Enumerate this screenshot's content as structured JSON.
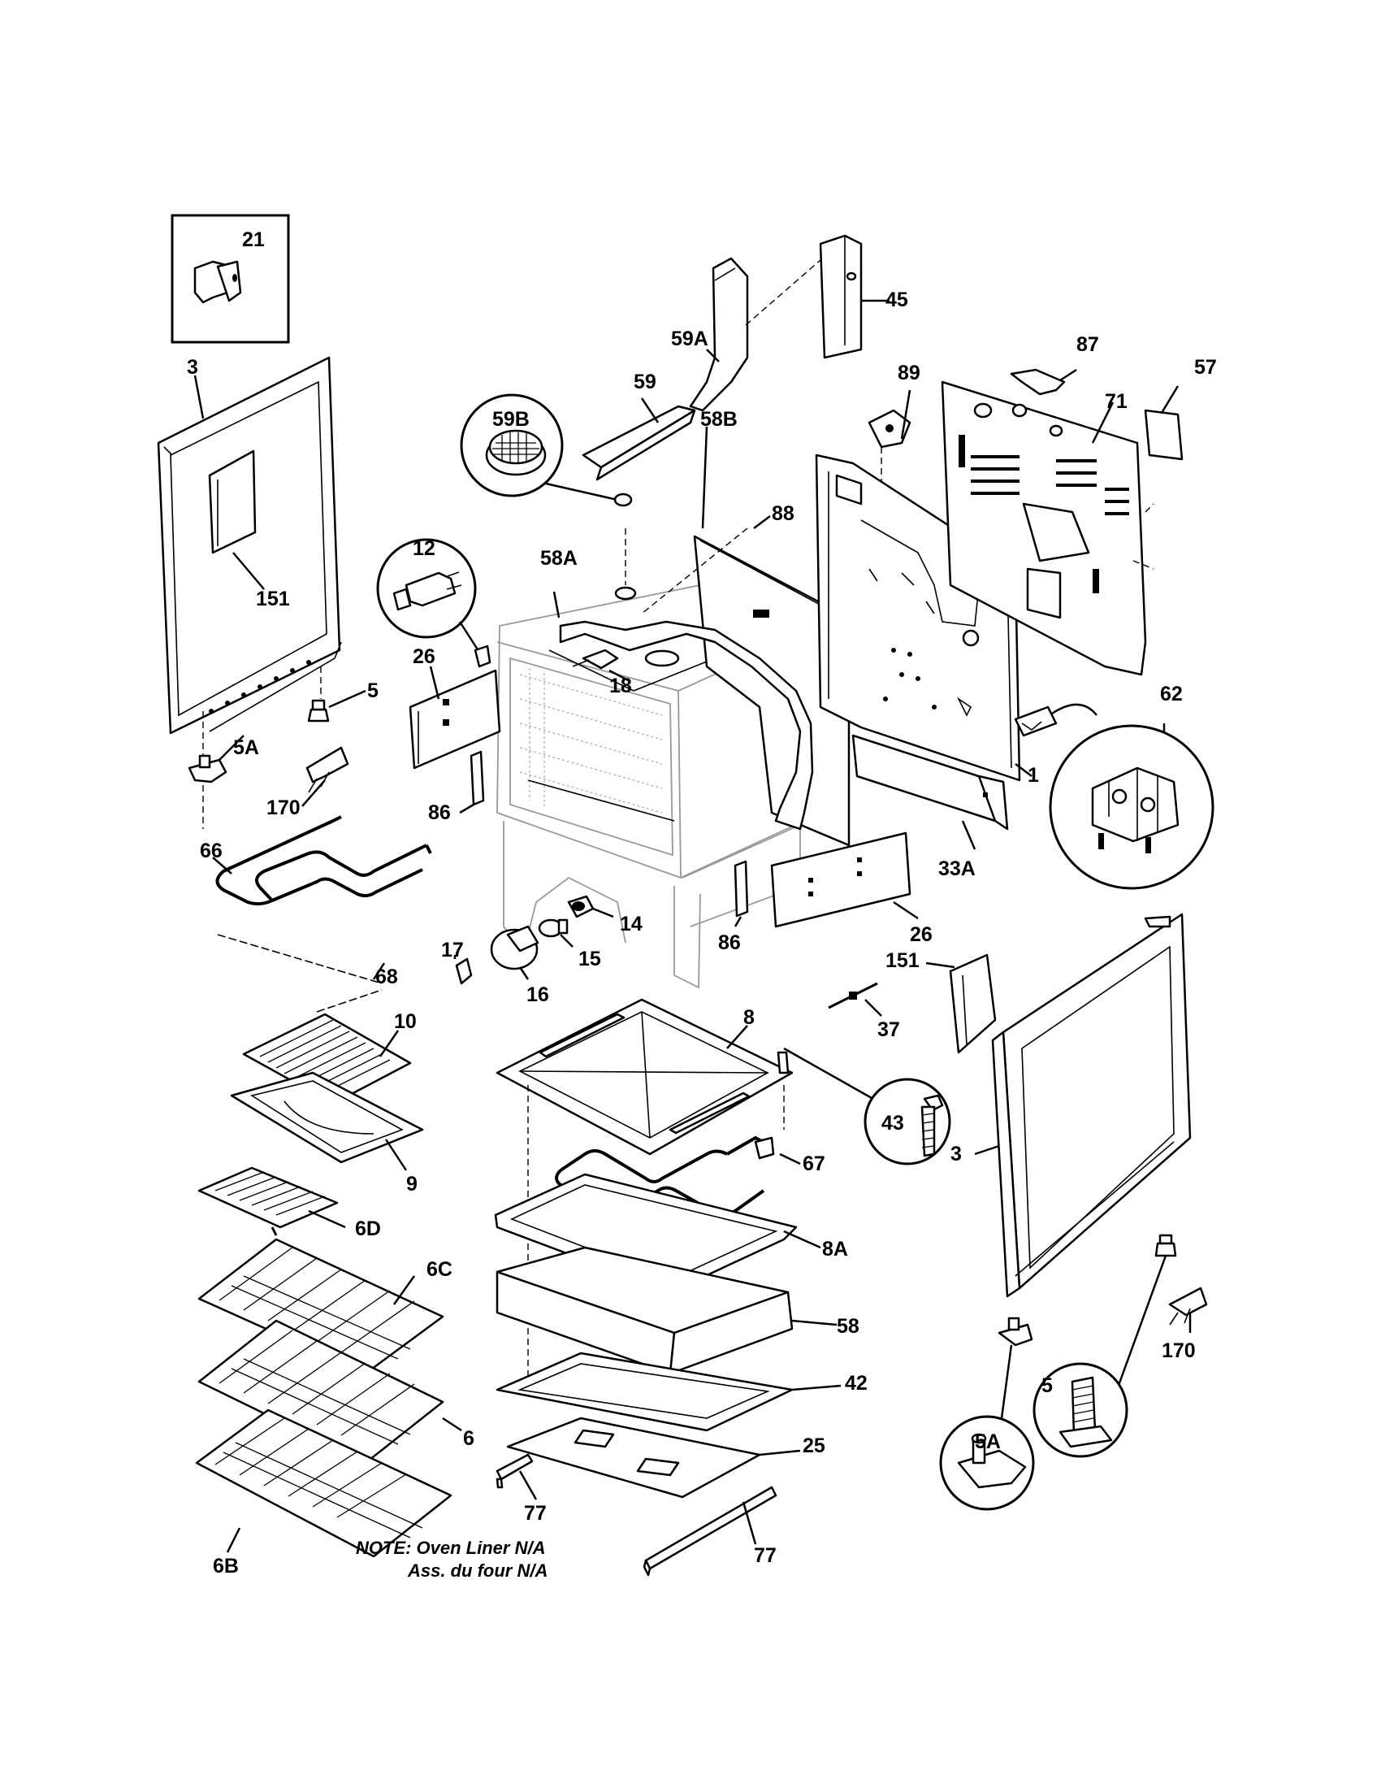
{
  "labels": {
    "l21": "21",
    "l3_left": "3",
    "l151_left": "151",
    "l5_left": "5",
    "l5A_left": "5A",
    "l170_left": "170",
    "l12": "12",
    "l26_left": "26",
    "l86_left": "86",
    "l66": "66",
    "l68": "68",
    "l17": "17",
    "l16": "16",
    "l15": "15",
    "l14": "14",
    "l10": "10",
    "l9": "9",
    "l6D": "6D",
    "l6C": "6C",
    "l6": "6",
    "l6B": "6B",
    "l59B": "59B",
    "l59": "59",
    "l59A": "59A",
    "l45": "45",
    "l58B": "58B",
    "l58A": "58A",
    "l88": "88",
    "l89": "89",
    "l87": "87",
    "l71": "71",
    "l57": "57",
    "l18": "18",
    "l1": "1",
    "l62": "62",
    "l33A": "33A",
    "l26_right": "26",
    "l86_right": "86",
    "l151_right": "151",
    "l37": "37",
    "l8": "8",
    "l43": "43",
    "l67": "67",
    "l8A": "8A",
    "l58": "58",
    "l42": "42",
    "l25": "25",
    "l77_a": "77",
    "l77_b": "77",
    "l3_right": "3",
    "l5_right": "5",
    "l5A_right": "5A",
    "l170_right": "170"
  },
  "note": {
    "line1": "NOTE: Oven Liner N/A",
    "line2": "Ass. du four N/A"
  }
}
